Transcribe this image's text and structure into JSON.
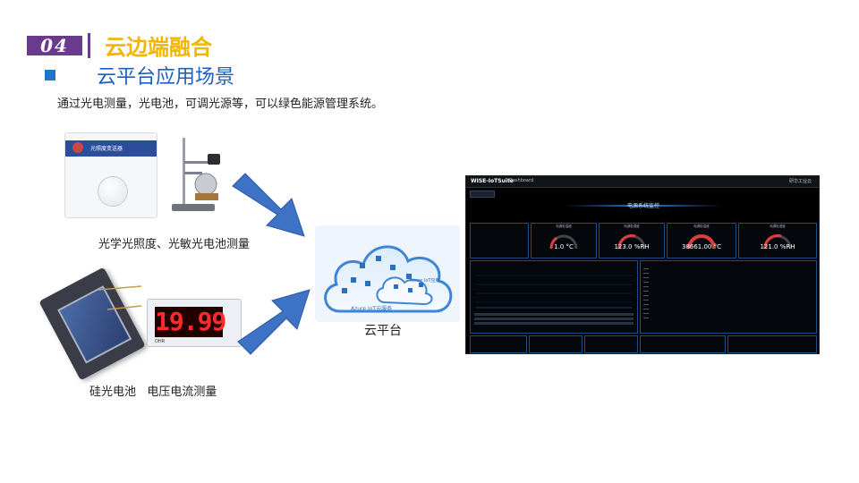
{
  "header": {
    "badge": "04",
    "title": "云边端融合",
    "subtitle": "云平台应用场景",
    "description": "通过光电测量，光电池，可调光源等，可以绿色能源管理系统。"
  },
  "left": {
    "top_caption": "光学光照度、光敏光电池测量",
    "bottom_caption": "硅光电池   电压电流测量",
    "sensor_label": "光照度变送器",
    "meter_reading": "19.99",
    "meter_unit": "OHR"
  },
  "cloud": {
    "service_label": "Azure IoT云服务",
    "azure_label": "Azure IoT应用",
    "caption": "云平台"
  },
  "dashboard": {
    "brand": "WISE-IoTSuite",
    "crumb": "Dashboard",
    "headline": "电源系统监控",
    "right": "研华工业云",
    "gauges": [
      {
        "title": "电源柜温度",
        "value": "1.0 °C"
      },
      {
        "title": "电源柜湿度",
        "value": "123.0 %RH"
      },
      {
        "title": "电源柜温度",
        "value": "38661.00 °C"
      },
      {
        "title": "电源柜湿度",
        "value": "121.0 %RH"
      }
    ]
  },
  "colors": {
    "accent_title": "#f2b600",
    "subtitle_blue": "#1f5fbf",
    "badge_purple": "#6a3a8c",
    "arrow_blue": "#3e72c4"
  }
}
